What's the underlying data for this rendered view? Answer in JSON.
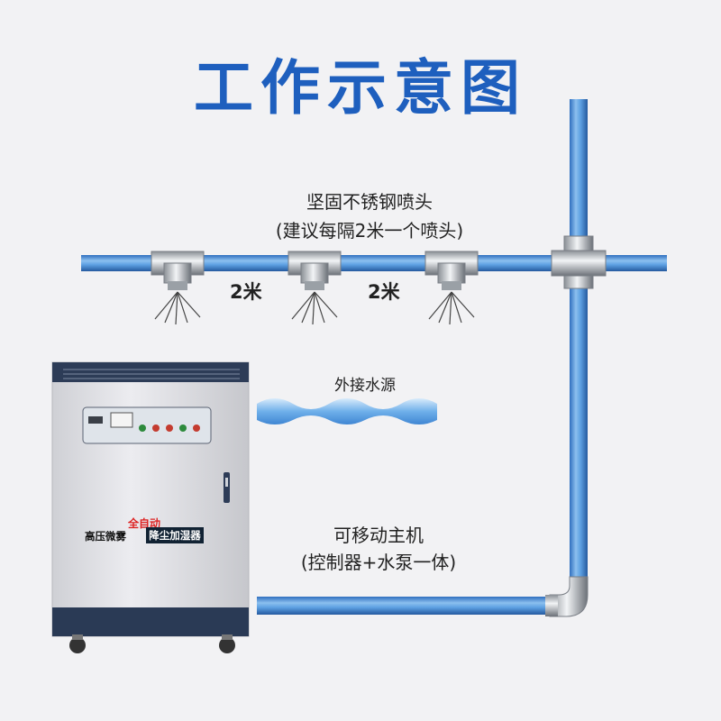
{
  "title": "工作示意图",
  "nozzle": {
    "title": "坚固不锈钢喷头",
    "subtitle": "(建议每隔2米一个喷头)"
  },
  "spacing": [
    "2米",
    "2米"
  ],
  "water_source": "外接水源",
  "host": {
    "title": "可移动主机",
    "subtitle": "(控制器+水泵一体)",
    "badge_auto": "全自动",
    "badge_left": "高压微雾",
    "badge_right": "降尘加湿器"
  },
  "colors": {
    "title": "#1e5fbe",
    "pipe": "#4a90d9",
    "water": "#5aa3e6",
    "cabinet": "#e6e6ea",
    "cabinet_dark": "#2a3a55"
  }
}
